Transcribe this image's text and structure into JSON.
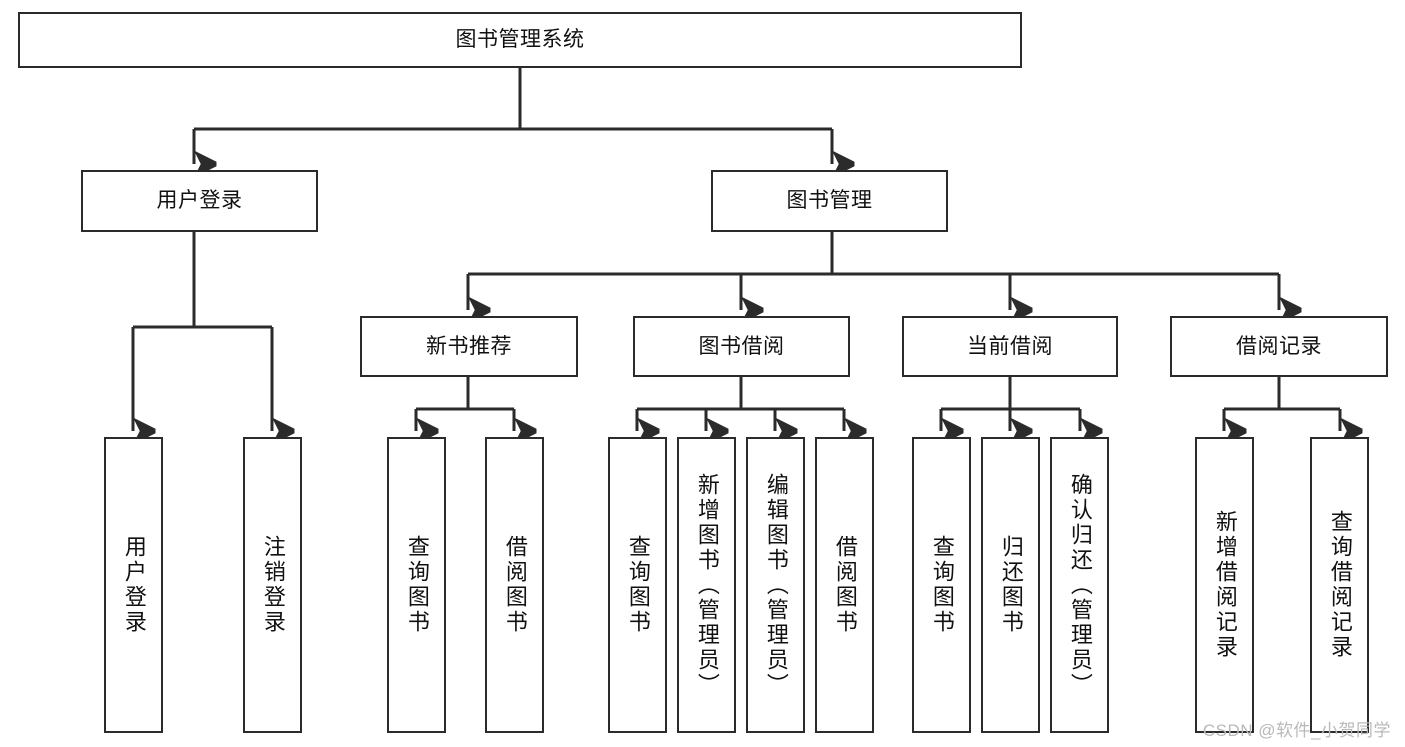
{
  "diagram": {
    "title": "图书管理系统",
    "type": "tree-hierarchy-chart",
    "watermark": "CSDN @软件_小贺同学",
    "colors": {
      "stroke": "#2b2b2b",
      "fill": "#ffffff",
      "text": "#111111",
      "watermark": "#b9b9b9"
    },
    "nodes": {
      "root": {
        "label": "图书管理系统"
      },
      "level2": [
        {
          "label": "用户登录"
        },
        {
          "label": "图书管理"
        }
      ],
      "level3": [
        {
          "label": "新书推荐"
        },
        {
          "label": "图书借阅"
        },
        {
          "label": "当前借阅"
        },
        {
          "label": "借阅记录"
        }
      ],
      "leaves_user_login": [
        {
          "label": "用户登录"
        },
        {
          "label": "注销登录"
        }
      ],
      "leaves_new_books": [
        {
          "label": "查询图书"
        },
        {
          "label": "借阅图书"
        }
      ],
      "leaves_borrow": [
        {
          "label": "查询图书"
        },
        {
          "label": "新增图书（管理员）"
        },
        {
          "label": "编辑图书（管理员）"
        },
        {
          "label": "借阅图书"
        }
      ],
      "leaves_current": [
        {
          "label": "查询图书"
        },
        {
          "label": "归还图书"
        },
        {
          "label": "确认归还（管理员）"
        }
      ],
      "leaves_records": [
        {
          "label": "新增借阅记录"
        },
        {
          "label": "查询借阅记录"
        }
      ]
    }
  }
}
